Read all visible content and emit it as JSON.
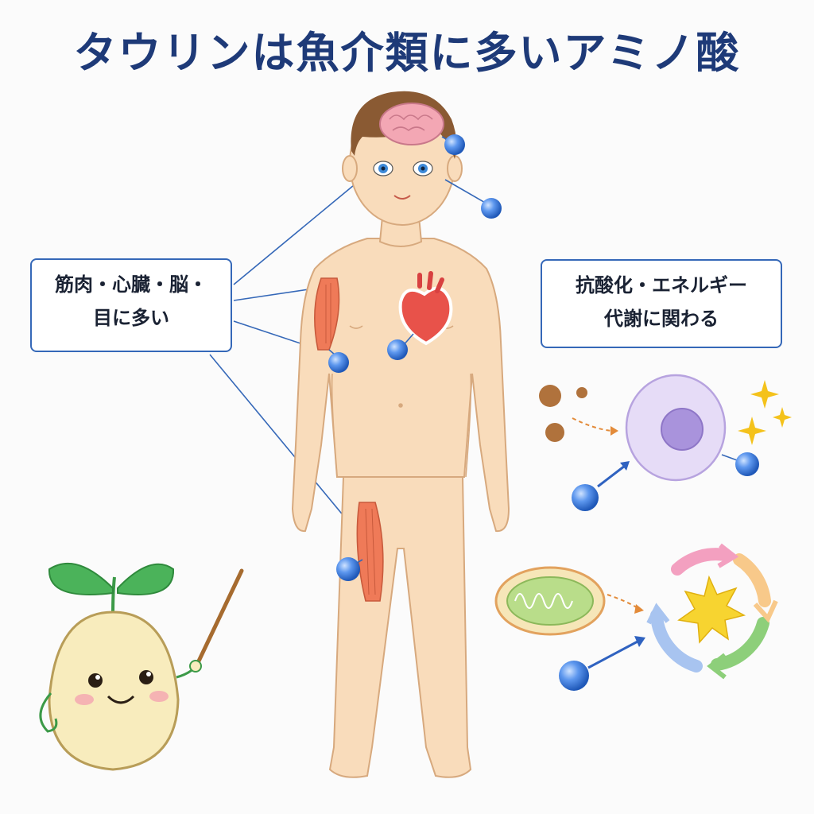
{
  "title": "タウリンは魚介類に多いアミノ酸",
  "left_box": {
    "line1": "筋肉・心臓・脳・",
    "line2": "目に多い"
  },
  "right_box": {
    "line1": "抗酸化・エネルギー",
    "line2": "代謝に関わる"
  },
  "colors": {
    "title": "#1e3a78",
    "box_border": "#3568b8",
    "skin": "#f9dcbb",
    "skin_outline": "#d7a97e",
    "hair": "#8a5a33",
    "molecule": "#3f7fe0",
    "muscle": "#ef7a58",
    "heart": "#e8524a",
    "cell": "#e6dcf7",
    "nucleus": "#a993dc",
    "sprout_body": "#f8ecbd",
    "sprout_leaf": "#4bb35a"
  },
  "icons": [
    "brain-icon",
    "eye-icon",
    "heart-icon",
    "muscle-icon",
    "molecule-icon",
    "cell-icon",
    "mitochondria-icon",
    "cycle-icon",
    "sparkle-icon",
    "sprout-mascot"
  ]
}
